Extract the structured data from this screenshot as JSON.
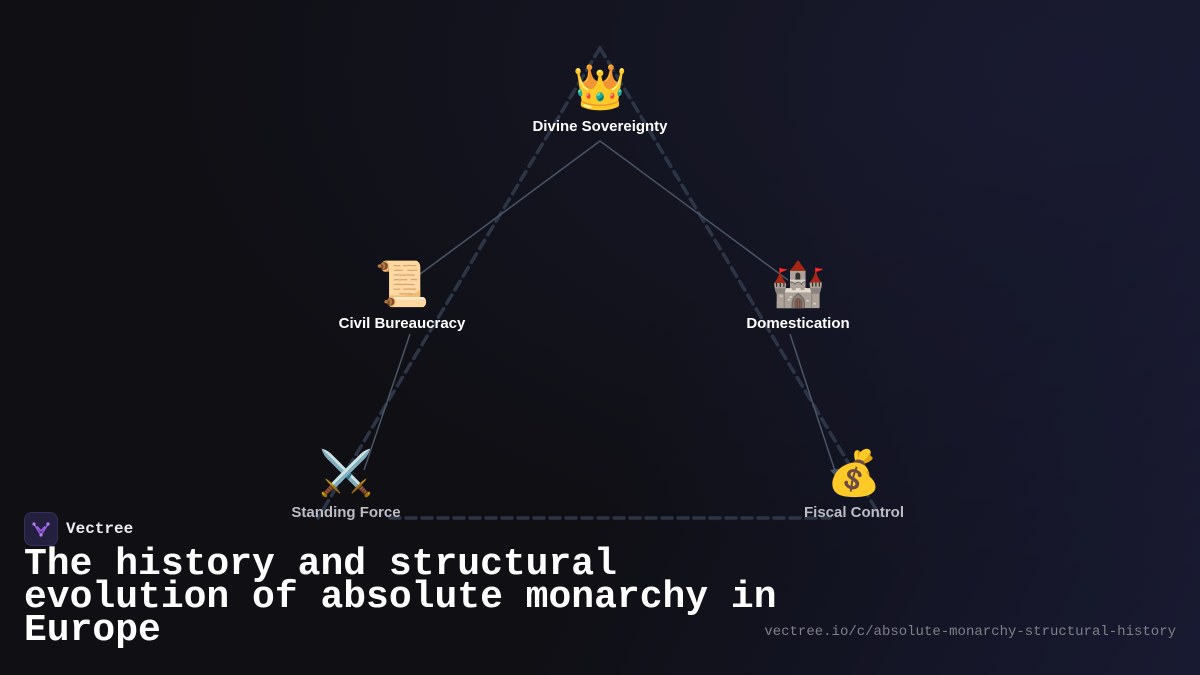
{
  "diagram": {
    "nodes": [
      {
        "id": "divine",
        "icon": "crown-icon",
        "emoji": "👑",
        "label": "Divine Sovereignty"
      },
      {
        "id": "bureaucracy",
        "icon": "scroll-icon",
        "emoji": "📜",
        "label": "Civil Bureaucracy"
      },
      {
        "id": "domestication",
        "icon": "castle-icon",
        "emoji": "🏰",
        "label": "Domestication"
      },
      {
        "id": "force",
        "icon": "crossed-swords-icon",
        "emoji": "⚔️",
        "label": "Standing Force"
      },
      {
        "id": "fiscal",
        "icon": "money-bag-icon",
        "emoji": "💰",
        "label": "Fiscal Control"
      }
    ],
    "edges": [
      {
        "from": "divine",
        "to": "bureaucracy",
        "style": "solid"
      },
      {
        "from": "divine",
        "to": "domestication",
        "style": "solid"
      },
      {
        "from": "bureaucracy",
        "to": "force",
        "style": "solid"
      },
      {
        "from": "domestication",
        "to": "fiscal",
        "style": "solid",
        "arrow": true
      },
      {
        "from": "divine",
        "to": "force",
        "style": "dashed"
      },
      {
        "from": "divine",
        "to": "fiscal",
        "style": "dashed"
      },
      {
        "from": "force",
        "to": "fiscal",
        "style": "dashed"
      }
    ],
    "colors": {
      "solid_edge": "#4a5566",
      "dashed_edge": "#2c3646",
      "background": "#0f0f14"
    }
  },
  "brand": {
    "name": "Vectree",
    "logo_color": "#9b5de5"
  },
  "title": "The history and structural evolution of absolute monarchy in Europe",
  "url": "vectree.io/c/absolute-monarchy-structural-history"
}
